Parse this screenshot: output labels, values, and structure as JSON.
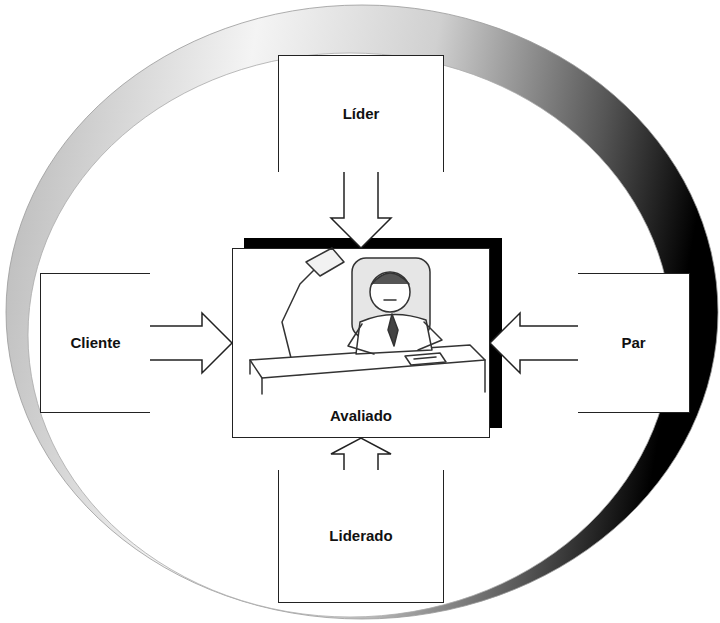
{
  "diagram": {
    "nodes": [
      {
        "text": [
          "Líder"
        ]
      },
      {
        "text": [
          "Cliente"
        ]
      },
      {
        "text": [
          "Avaliado"
        ]
      },
      {
        "text": [
          "Par"
        ]
      },
      {
        "text": [
          "Liderado"
        ]
      }
    ],
    "edges": [
      {
        "from": 0,
        "to": 2,
        "arrow": "to"
      },
      {
        "from": 1,
        "to": 2,
        "arrow": "to"
      },
      {
        "from": 3,
        "to": 2,
        "arrow": "to"
      },
      {
        "from": 4,
        "to": 2,
        "arrow": "to"
      }
    ]
  }
}
